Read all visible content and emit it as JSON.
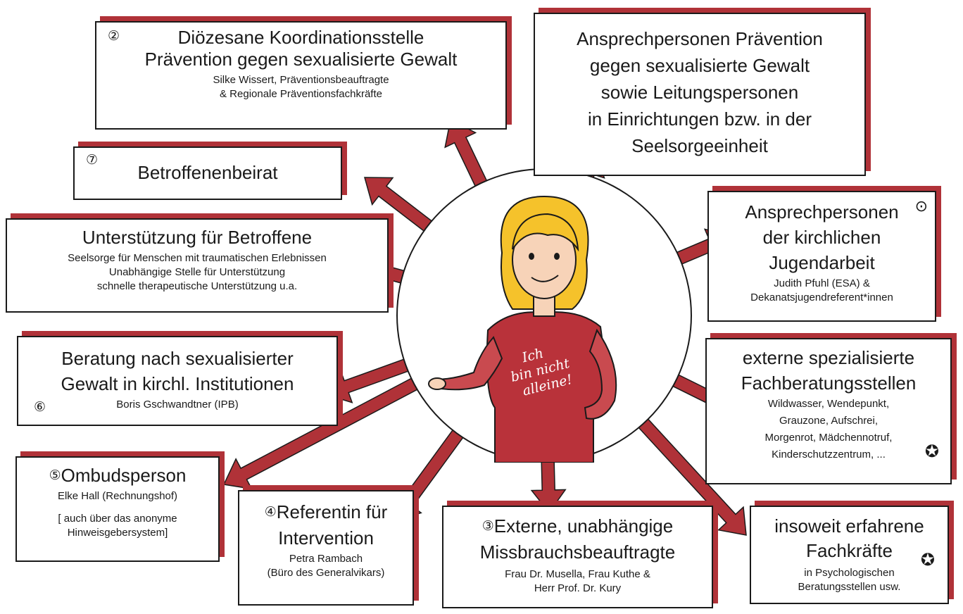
{
  "boxes": {
    "dioezesane": {
      "number": "②",
      "title_1": "Diözesane Koordinationsstelle",
      "title_2": "Prävention gegen sexualisierte Gewalt",
      "sub_1": "Silke Wissert, Präventionsbeauftragte",
      "sub_2": "& Regionale Präventionsfachkräfte"
    },
    "ansprechpersonen_praevention": {
      "lines": [
        "Ansprechpersonen Prävention",
        "gegen sexualisierte Gewalt",
        "sowie Leitungspersonen",
        "in Einrichtungen bzw. in der",
        "Seelsorgeeinheit"
      ]
    },
    "betroffenenbeirat": {
      "number": "⑦",
      "title": "Betroffenenbeirat"
    },
    "jugendarbeit": {
      "marker": "⊙",
      "title_1": "Ansprechpersonen",
      "title_2": "der kirchlichen",
      "title_3": "Jugendarbeit",
      "sub_1": "Judith Pfuhl (ESA) &",
      "sub_2": "Dekanatsjugendreferent*innen"
    },
    "unterstuetzung": {
      "title": "Unterstützung für Betroffene",
      "sub_1": "Seelsorge für Menschen mit traumatischen Erlebnissen",
      "sub_2": "Unabhängige Stelle für Unterstützung",
      "sub_3": "schnelle therapeutische Unterstützung u.a."
    },
    "externe_fach": {
      "title_1": "externe spezialisierte",
      "title_2": "Fachberatungsstellen",
      "sub_1": "Wildwasser, Wendepunkt,",
      "sub_2": "Grauzone, Aufschrei,",
      "sub_3": "Morgenrot, Mädchennotruf,",
      "sub_4": "Kinderschutzzentrum, ...",
      "marker": "✪"
    },
    "beratung": {
      "number": "⑥",
      "title_1": "Beratung nach sexualisierter",
      "title_2": "Gewalt in kirchl. Institutionen",
      "sub": "Boris Gschwandtner (IPB)"
    },
    "ombud": {
      "number": "⑤",
      "title": "Ombudsperson",
      "sub_1": "Elke Hall (Rechnungshof)",
      "sub_2": "[ auch über das anonyme",
      "sub_3": "Hinweisgebersystem]"
    },
    "referentin": {
      "number": "④",
      "title_1": "Referentin für",
      "title_2": "Intervention",
      "sub_1": "Petra Rambach",
      "sub_2": "(Büro des Generalvikars)"
    },
    "missbrauch": {
      "number": "③",
      "title_1": "Externe, unabhängige",
      "title_2": "Missbrauchsbeauftragte",
      "sub_1": "Frau Dr. Musella, Frau Kuthe &",
      "sub_2": "Herr Prof. Dr. Kury"
    },
    "insoweit": {
      "title_1": "insoweit erfahrene",
      "title_2": "Fachkräfte",
      "sub_1": "in Psychologischen",
      "sub_2": "Beratungsstellen usw.",
      "marker": "✪"
    }
  },
  "center": {
    "shirt_1": "Ich",
    "shirt_2": "bin nicht",
    "shirt_3": "alleine!"
  },
  "colors": {
    "accent": "#b03238",
    "hair": "#f5c22b",
    "shirt": "#b9323a",
    "skin": "#f7d3b8"
  }
}
